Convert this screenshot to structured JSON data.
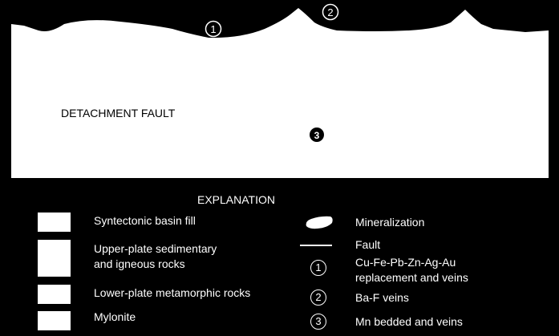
{
  "cross_section": {
    "detachment_label": "DETACHMENT FAULT",
    "markers": [
      "1",
      "2",
      "3"
    ]
  },
  "explanation": {
    "title": "EXPLANATION",
    "units": [
      {
        "label": "Syntectonic basin fill"
      },
      {
        "label_line1": "Upper-plate sedimentary",
        "label_line2": "and igneous rocks"
      },
      {
        "label": "Lower-plate metamorphic rocks"
      },
      {
        "label": "Mylonite"
      }
    ],
    "symbols": {
      "mineralization": "Mineralization",
      "fault": "Fault"
    },
    "deposits": [
      {
        "number": "1",
        "line1": "Cu-Fe-Pb-Zn-Ag-Au",
        "line2": "replacement and veins"
      },
      {
        "number": "2",
        "line1": "Ba-F veins"
      },
      {
        "number": "3",
        "line1": "Mn bedded and veins"
      }
    ]
  }
}
